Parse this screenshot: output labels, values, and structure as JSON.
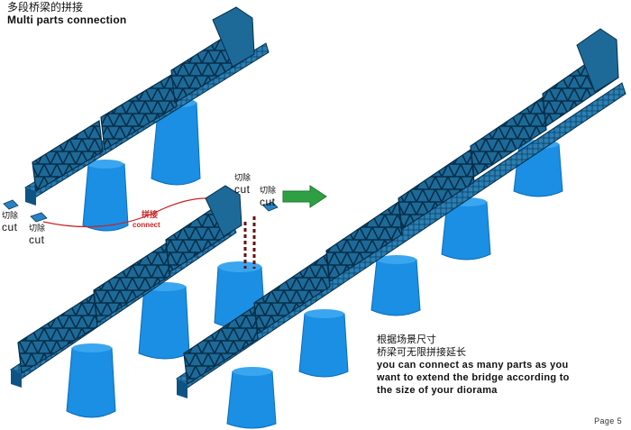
{
  "header": {
    "title_cn": "多段桥梁的拼接",
    "title_en": "Multi parts connection"
  },
  "labels": {
    "cut_cn": "切除",
    "cut_en": "cut",
    "connect_cn": "拼接",
    "connect_en": "connect"
  },
  "caption": {
    "line1_cn": "根据场景尺寸",
    "line2_cn": "桥梁可无限拼接延长",
    "line3_en": "you can connect as many parts as you",
    "line4_en": "want to extend the bridge according to",
    "line5_en": "the size of your diorama"
  },
  "footer": {
    "page_label": "Page 5"
  },
  "colors": {
    "pier": "#1a8fe3",
    "pier_shadow": "#0d6dbb",
    "truss": "#0f5a8a",
    "deck": "#1b6fa5",
    "arrow": "#2ea043",
    "connect_line": "#cc2222"
  }
}
